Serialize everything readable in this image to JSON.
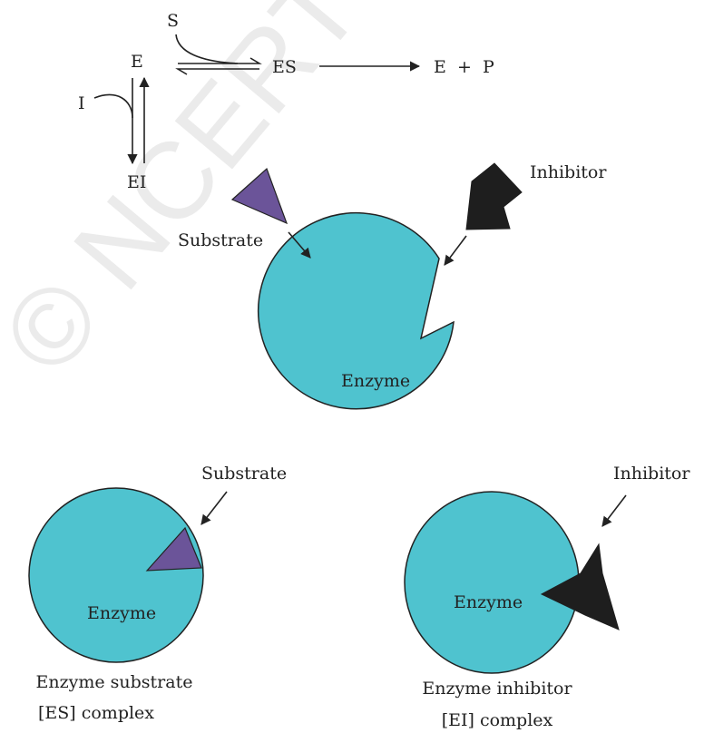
{
  "watermark": {
    "text": "© NCERT not to be republished",
    "color": "#dcdcdc"
  },
  "colors": {
    "enzyme": "#4fc3cf",
    "substrate": "#6b5499",
    "inhibitor": "#1e1e1e",
    "stroke": "#222222"
  },
  "scheme": {
    "s": "S",
    "e": "E",
    "es": "ES",
    "product": "E  +  P",
    "i": "I",
    "ei": "EI"
  },
  "top": {
    "inhibitor_label": "Inhibitor",
    "substrate_label": "Substrate",
    "enzyme_label": "Enzyme"
  },
  "es_complex": {
    "substrate_label": "Substrate",
    "enzyme_label": "Enzyme",
    "caption_line1": "Enzyme substrate",
    "caption_line2": "[ES] complex"
  },
  "ei_complex": {
    "inhibitor_label": "Inhibitor",
    "enzyme_label": "Enzyme",
    "caption_line1": "Enzyme inhibitor",
    "caption_line2": "[EI] complex"
  }
}
